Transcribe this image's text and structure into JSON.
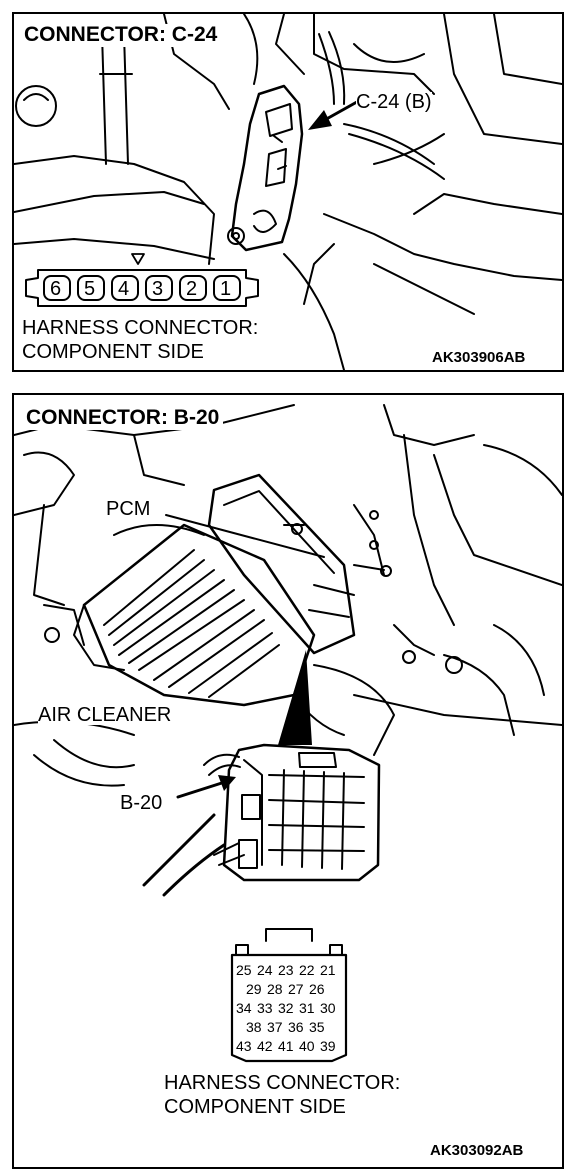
{
  "top_panel": {
    "title": "CONNECTOR: C-24",
    "callout": "C-24 (B)",
    "pins": [
      "6",
      "5",
      "4",
      "3",
      "2",
      "1"
    ],
    "caption_line1": "HARNESS CONNECTOR:",
    "caption_line2": "COMPONENT SIDE",
    "code": "AK303906AB"
  },
  "bottom_panel": {
    "title": "CONNECTOR: B-20",
    "label_pcm": "PCM",
    "label_air_cleaner": "AIR CLEANER",
    "callout": "B-20",
    "pin_rows": [
      [
        "25",
        "24",
        "23",
        "22",
        "21"
      ],
      [
        "29",
        "28",
        "27",
        "26"
      ],
      [
        "34",
        "33",
        "32",
        "31",
        "30"
      ],
      [
        "38",
        "37",
        "36",
        "35"
      ],
      [
        "43",
        "42",
        "41",
        "40",
        "39"
      ]
    ],
    "caption_line1": "HARNESS CONNECTOR:",
    "caption_line2": "COMPONENT SIDE",
    "code": "AK303092AB"
  }
}
